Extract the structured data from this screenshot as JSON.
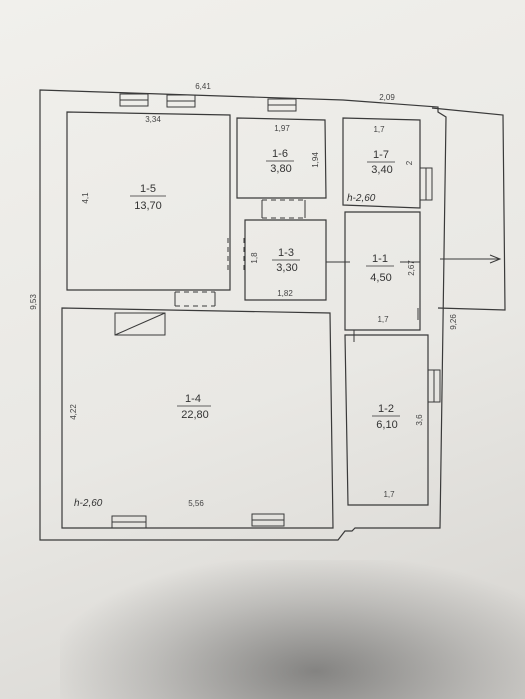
{
  "rooms": [
    {
      "id": "1-1",
      "area": "4,50"
    },
    {
      "id": "1-2",
      "area": "6,10"
    },
    {
      "id": "1-3",
      "area": "3,30"
    },
    {
      "id": "1-4",
      "area": "22,80"
    },
    {
      "id": "1-5",
      "area": "13,70"
    },
    {
      "id": "1-6",
      "area": "3,80"
    },
    {
      "id": "1-7",
      "area": "3,40"
    }
  ],
  "dimensions": {
    "top_total": "6,41",
    "top_right": "2,09",
    "left_total": "9,53",
    "right_total": "9,26",
    "r15_width": "3,34",
    "r15_height": "4,1",
    "r16_width": "1,97",
    "r16_height": "1,94",
    "r17_width": "1,7",
    "r17_height": "2",
    "r13_height": "1,8",
    "r13_width": "1,82",
    "r11_height": "2,67",
    "r11_width": "1,7",
    "r12_height": "3,6",
    "r12_width": "1,7",
    "r14_height": "4,22",
    "r14_width": "5,56"
  },
  "heights": {
    "upper": "h-2,60",
    "lower": "h-2,60"
  }
}
